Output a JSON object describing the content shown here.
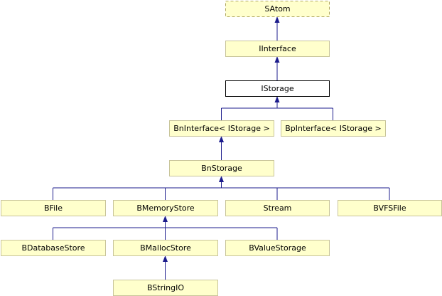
{
  "nodes": [
    {
      "id": "satom",
      "label": "SAtom",
      "style": "dashed"
    },
    {
      "id": "iinterface",
      "label": "IInterface"
    },
    {
      "id": "istorage",
      "label": "IStorage",
      "style": "current"
    },
    {
      "id": "bninterface",
      "label": "BnInterface< IStorage >"
    },
    {
      "id": "bpinterface",
      "label": "BpInterface< IStorage >"
    },
    {
      "id": "bnstorage",
      "label": "BnStorage"
    },
    {
      "id": "bfile",
      "label": "BFile"
    },
    {
      "id": "bmemorystore",
      "label": "BMemoryStore"
    },
    {
      "id": "stream",
      "label": "Stream"
    },
    {
      "id": "bvfsfile",
      "label": "BVFSFile"
    },
    {
      "id": "bdatabasestore",
      "label": "BDatabaseStore"
    },
    {
      "id": "bmallocstore",
      "label": "BMallocStore"
    },
    {
      "id": "bvaluestorage",
      "label": "BValueStorage"
    },
    {
      "id": "bstringio",
      "label": "BStringIO"
    }
  ],
  "edges": [
    {
      "from": "iinterface",
      "to": "satom"
    },
    {
      "from": "istorage",
      "to": "iinterface"
    },
    {
      "from": "bninterface",
      "to": "istorage"
    },
    {
      "from": "bpinterface",
      "to": "istorage"
    },
    {
      "from": "bnstorage",
      "to": "bninterface"
    },
    {
      "from": "bfile",
      "to": "bnstorage"
    },
    {
      "from": "bmemorystore",
      "to": "bnstorage"
    },
    {
      "from": "stream",
      "to": "bnstorage"
    },
    {
      "from": "bvfsfile",
      "to": "bnstorage"
    },
    {
      "from": "bdatabasestore",
      "to": "bmemorystore"
    },
    {
      "from": "bmallocstore",
      "to": "bmemorystore"
    },
    {
      "from": "bvaluestorage",
      "to": "bmemorystore"
    },
    {
      "from": "bstringio",
      "to": "bmallocstore"
    }
  ],
  "colors": {
    "node_fill": "#ffffcc",
    "current_fill": "#ffffff",
    "edge": "#1c1c8c"
  }
}
